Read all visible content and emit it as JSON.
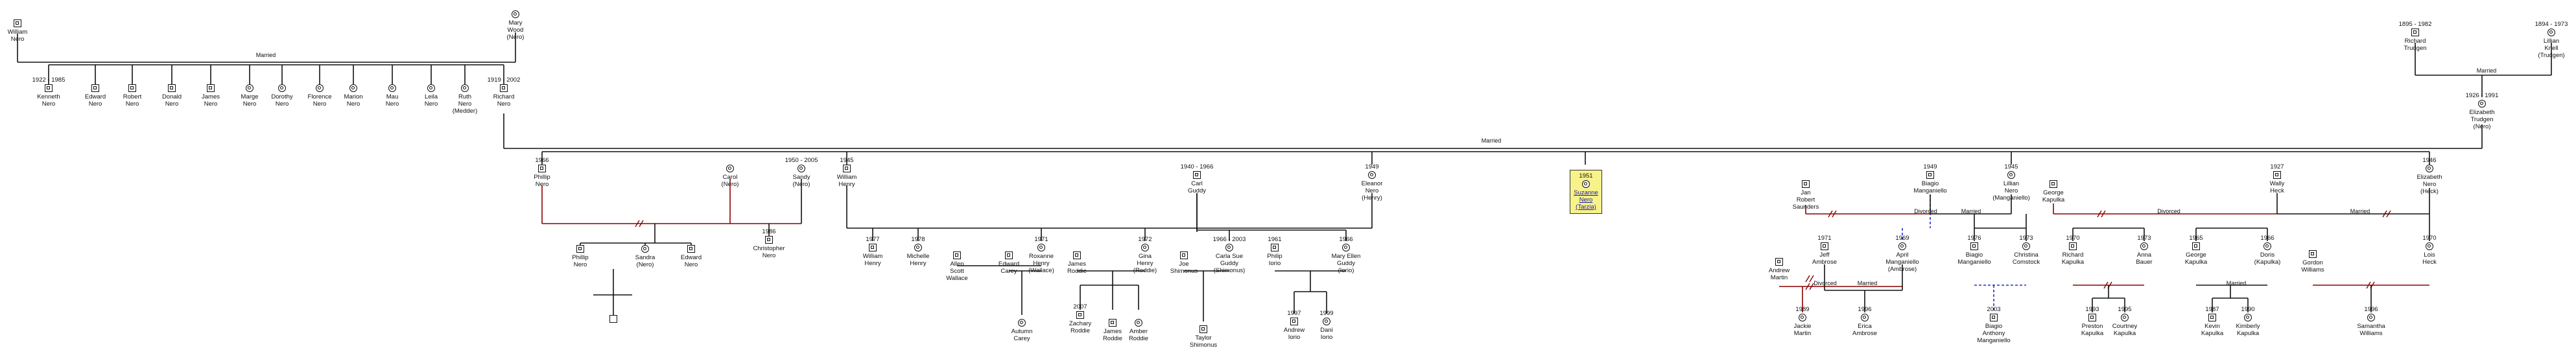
{
  "people": {
    "william_nero": {
      "name": "William\nNero",
      "years": "",
      "sex": "male"
    },
    "mary_wood": {
      "name": "Mary\nWood\n(Nero)",
      "years": "",
      "sex": "female"
    },
    "kenneth_nero": {
      "name": "Kenneth\nNero",
      "years": "1922 - 1985",
      "sex": "male"
    },
    "edward_nero_sr": {
      "name": "Edward\nNero",
      "years": "",
      "sex": "male"
    },
    "robert_nero": {
      "name": "Robert\nNero",
      "years": "",
      "sex": "male"
    },
    "donald_nero": {
      "name": "Donald\nNero",
      "years": "",
      "sex": "male"
    },
    "james_nero": {
      "name": "James\nNero",
      "years": "",
      "sex": "male"
    },
    "marge_nero": {
      "name": "Marge\nNero",
      "years": "",
      "sex": "female"
    },
    "dorothy_nero": {
      "name": "Dorothy\nNero",
      "years": "",
      "sex": "female"
    },
    "florence_nero": {
      "name": "Florence\nNero",
      "years": "",
      "sex": "female"
    },
    "marion_nero": {
      "name": "Marion\nNero",
      "years": "",
      "sex": "female"
    },
    "mau_nero": {
      "name": "Mau\nNero",
      "years": "",
      "sex": "female"
    },
    "leila_nero": {
      "name": "Leila\nNero",
      "years": "",
      "sex": "female"
    },
    "ruth_nero": {
      "name": "Ruth\nNero\n(Medder)",
      "years": "",
      "sex": "female"
    },
    "richard_nero": {
      "name": "Richard\nNero",
      "years": "1919 - 2002",
      "sex": "male"
    },
    "richard_trudgen": {
      "name": "Richard\nTrudgen",
      "years": "1895 - 1982",
      "sex": "male"
    },
    "lillian_knell": {
      "name": "Lillian\nKnell\n(Trudgen)",
      "years": "1894 - 1973",
      "sex": "female"
    },
    "elizabeth_trudgen": {
      "name": "Elizabeth\nTrudgen\n(Nero)",
      "years": "1926 - 1991",
      "sex": "female"
    },
    "phillip_nero": {
      "name": "Phillip\nNero",
      "years": "1966",
      "sex": "male"
    },
    "carol_nero": {
      "name": "Carol\n(Nero)",
      "years": "",
      "sex": "female"
    },
    "sandy_nero": {
      "name": "Sandy\n(Nero)",
      "years": "1950 - 2005",
      "sex": "female"
    },
    "william_henry_sr": {
      "name": "William\nHenry",
      "years": "1945",
      "sex": "male"
    },
    "carl_guddy": {
      "name": "Carl\nGuddy",
      "years": "1940 - 1966",
      "sex": "male"
    },
    "eleanor_nero": {
      "name": "Eleanor\nNero\n(Henry)",
      "years": "1949",
      "sex": "female"
    },
    "suzanne_nero": {
      "name": "Suzanne\nNero\n(Tarzia)",
      "years": "1951",
      "sex": "female"
    },
    "jan_saunders": {
      "name": "Jan\nRobert\nSaunders",
      "years": "",
      "sex": "male"
    },
    "biagio_sr": {
      "name": "Biagio\nManganiello",
      "years": "1949",
      "sex": "male"
    },
    "lillian_nero": {
      "name": "Lillian\nNero\n(Manganiello)",
      "years": "1945",
      "sex": "female"
    },
    "george_kapulka_sr": {
      "name": "George\nKapulka",
      "years": "",
      "sex": "male"
    },
    "wally_heck": {
      "name": "Wally\nHeck",
      "years": "1927",
      "sex": "male"
    },
    "elizabeth_nero": {
      "name": "Elizabeth\nNero\n(Heck)",
      "years": "1946",
      "sex": "female"
    },
    "phillip_nero_jr": {
      "name": "Phillip\nNero",
      "years": "",
      "sex": "male"
    },
    "sandra_nero": {
      "name": "Sandra\n(Nero)",
      "years": "",
      "sex": "female"
    },
    "edward_nero_jr": {
      "name": "Edward\nNero",
      "years": "",
      "sex": "male"
    },
    "christopher_nero": {
      "name": "Christopher\nNero",
      "years": "1986",
      "sex": "male"
    },
    "unknown_child": {
      "name": "",
      "years": "",
      "sex": "unknown"
    },
    "william_henry_jr": {
      "name": "William\nHenry",
      "years": "1977",
      "sex": "male"
    },
    "michelle_henry": {
      "name": "Michelle\nHenry",
      "years": "1978",
      "sex": "female"
    },
    "allen_wallace": {
      "name": "Allen\nScott\nWallace",
      "years": "",
      "sex": "male"
    },
    "edward_carey": {
      "name": "Edward\nCarey",
      "years": "",
      "sex": "male"
    },
    "roxanne_henry": {
      "name": "Roxanne\nHenry\n(Wallace)",
      "years": "1971",
      "sex": "female"
    },
    "james_roddie": {
      "name": "James\nRoddie",
      "years": "",
      "sex": "male"
    },
    "gina_henry": {
      "name": "Gina\nHenry\n(Roddie)",
      "years": "1972",
      "sex": "female"
    },
    "joe_shimonus": {
      "name": "Joe\nShimonus",
      "years": "",
      "sex": "male"
    },
    "carla_guddy": {
      "name": "Carla Sue\nGuddy\n(Shimonus)",
      "years": "1966 - 2003",
      "sex": "female"
    },
    "philip_iorio": {
      "name": "Philip\nIorio",
      "years": "1961",
      "sex": "male"
    },
    "mary_ellen_guddy": {
      "name": "Mary Ellen\nGuddy\n(Iorio)",
      "years": "1966",
      "sex": "female"
    },
    "autumn_carey": {
      "name": "Autumn\nCarey",
      "years": "",
      "sex": "female"
    },
    "zachary_roddie": {
      "name": "Zachary\nRoddie",
      "years": "2007",
      "sex": "male"
    },
    "james_roddie_jr": {
      "name": "James\nRoddie",
      "years": "",
      "sex": "male"
    },
    "amber_roddie": {
      "name": "Amber\nRoddie",
      "years": "",
      "sex": "female"
    },
    "taylor_shimonus": {
      "name": "Taylor\nShimonus",
      "years": "",
      "sex": "male"
    },
    "andrew_iorio": {
      "name": "Andrew\nIorio",
      "years": "1997",
      "sex": "male"
    },
    "dani_iorio": {
      "name": "Dani\nIorio",
      "years": "1999",
      "sex": "female"
    },
    "andrew_martin": {
      "name": "Andrew\nMartin",
      "years": "",
      "sex": "male"
    },
    "jeff_ambrose": {
      "name": "Jeff\nAmbrose",
      "years": "1971",
      "sex": "male"
    },
    "april_manganiello": {
      "name": "April\nManganiello\n(Ambrose)",
      "years": "1969",
      "sex": "female"
    },
    "biagio_jr": {
      "name": "Biagio\nManganiello",
      "years": "1976",
      "sex": "male"
    },
    "christina_comstock": {
      "name": "Christina\nComstock",
      "years": "1973",
      "sex": "female"
    },
    "richard_kapulka": {
      "name": "Richard\nKapulka",
      "years": "1970",
      "sex": "male"
    },
    "anna_bauer": {
      "name": "Anna\nBauer",
      "years": "1973",
      "sex": "female"
    },
    "george_kapulka_jr": {
      "name": "George\nKapulka",
      "years": "1965",
      "sex": "male"
    },
    "doris_kapulka": {
      "name": "Doris\n(Kapulka)",
      "years": "1966",
      "sex": "female"
    },
    "gordon_williams": {
      "name": "Gordon\nWilliams",
      "years": "",
      "sex": "male"
    },
    "lois_heck": {
      "name": "Lois\nHeck",
      "years": "1970",
      "sex": "female"
    },
    "jackie_martin": {
      "name": "Jackie\nMartin",
      "years": "1989",
      "sex": "female"
    },
    "erica_ambrose": {
      "name": "Erica\nAmbrose",
      "years": "1996",
      "sex": "female"
    },
    "biagio_anthony": {
      "name": "Biagio\nAnthony\nManganiello",
      "years": "2003",
      "sex": "male"
    },
    "preston_kapulka": {
      "name": "Preston\nKapulka",
      "years": "1993",
      "sex": "male"
    },
    "courtney_kapulka": {
      "name": "Courtney\nKapulka",
      "years": "1995",
      "sex": "female"
    },
    "kevin_kapulka": {
      "name": "Kevin\nKapulka",
      "years": "1987",
      "sex": "male"
    },
    "kimberly_kapulka": {
      "name": "Kimberly\nKapulka",
      "years": "1990",
      "sex": "female"
    },
    "samantha_williams": {
      "name": "Samantha\nWilliams",
      "years": "1996",
      "sex": "female"
    }
  },
  "relationships": {
    "married": "Married",
    "divorced": "Divorced"
  },
  "colors": {
    "line": "#111111",
    "divorce_line": "#8b0000",
    "adoption_line": "#1f2fbf",
    "focus_bg": "#f7f28a",
    "focus_text": "#1a1aa0"
  }
}
